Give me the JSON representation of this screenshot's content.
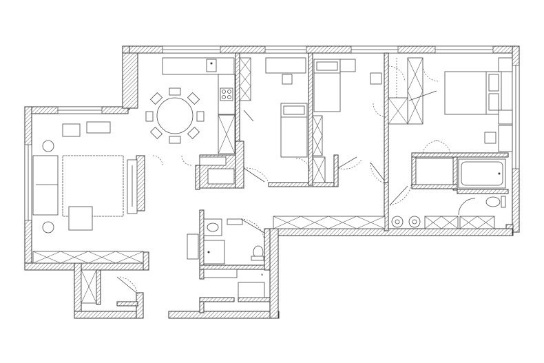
{
  "image_type": "architectural floor plan (line drawing)",
  "rooms": [
    {
      "name": "living-room",
      "furniture": [
        "sofa",
        "rug",
        "armchair-pair",
        "coffee-table",
        "side-tables",
        "tv-unit"
      ]
    },
    {
      "name": "dining-area",
      "furniture": [
        "round-table",
        "chairs"
      ]
    },
    {
      "name": "kitchen",
      "furniture": [
        "counter",
        "sink",
        "hob",
        "fridge"
      ]
    },
    {
      "name": "bedroom-1",
      "furniture": [
        "single-bed",
        "desk",
        "chair",
        "wardrobe"
      ]
    },
    {
      "name": "bedroom-2",
      "furniture": [
        "single-bed",
        "desk",
        "chair",
        "wardrobe"
      ]
    },
    {
      "name": "master-bedroom",
      "furniture": [
        "double-bed",
        "nightstands",
        "desk",
        "wardrobe"
      ]
    },
    {
      "name": "bathroom-1",
      "furniture": [
        "bathtub",
        "toilet",
        "washbasin"
      ]
    },
    {
      "name": "bathroom-2",
      "furniture": [
        "shower",
        "toilet",
        "washbasin",
        "washing-machine"
      ]
    },
    {
      "name": "corridor",
      "furniture": [
        "built-in-storage",
        "washbasins"
      ]
    }
  ],
  "labels": {
    "appliance_small": "w"
  },
  "colors": {
    "line": "#3a3a3a",
    "background": "#ffffff"
  }
}
